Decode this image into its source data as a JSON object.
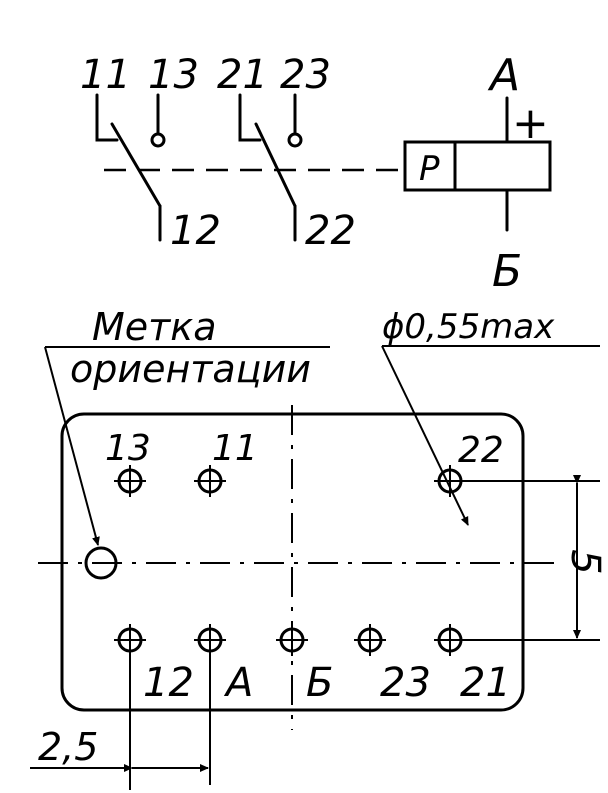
{
  "schematic": {
    "contact1": {
      "common": "11",
      "no": "13",
      "nc": "12"
    },
    "contact2": {
      "common": "21",
      "no": "23",
      "nc": "22"
    },
    "coil": {
      "label": "P",
      "terminal_top": "A",
      "terminal_bottom": "Б",
      "polarity": "+"
    }
  },
  "footprint": {
    "orientation_mark": {
      "line1": "Метка",
      "line2": "ориентации"
    },
    "hole_note": "ϕ0,55max",
    "pins_top": [
      "13",
      "11",
      "22"
    ],
    "pins_bottom": [
      "12",
      "A",
      "Б",
      "23",
      "21"
    ],
    "dim_vertical": "5",
    "dim_horizontal": "2,5"
  }
}
